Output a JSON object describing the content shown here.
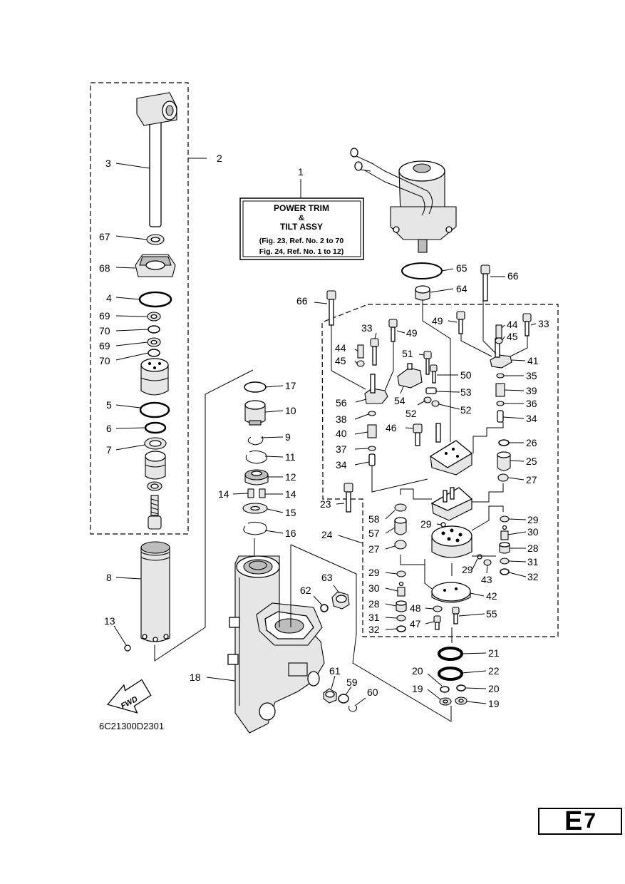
{
  "title_box": {
    "line1": "POWER TRIM",
    "line2": "&",
    "line3": "TILT ASSY",
    "line4": "(Fig. 23, Ref. No. 2 to 70",
    "line5": "Fig. 24, Ref. No. 1 to 12)"
  },
  "diagram_code": "6C21300D2301",
  "fwd_label": "FWD",
  "page_code": {
    "letter": "E",
    "number": "7"
  },
  "callouts": {
    "c1": "1",
    "c2": "2",
    "c3": "3",
    "c4": "4",
    "c5": "5",
    "c6": "6",
    "c7": "7",
    "c8": "8",
    "c9": "9",
    "c10": "10",
    "c11": "11",
    "c12": "12",
    "c13": "13",
    "c14a": "14",
    "c14b": "14",
    "c15": "15",
    "c16": "16",
    "c17": "17",
    "c18": "18",
    "c19a": "19",
    "c19b": "19",
    "c20a": "20",
    "c20b": "20",
    "c21": "21",
    "c22": "22",
    "c23": "23",
    "c24": "24",
    "c25": "25",
    "c26": "26",
    "c27a": "27",
    "c27b": "27",
    "c28a": "28",
    "c28b": "28",
    "c29a": "29",
    "c29b": "29",
    "c29c": "29",
    "c29d": "29",
    "c30a": "30",
    "c30b": "30",
    "c31a": "31",
    "c31b": "31",
    "c32a": "32",
    "c32b": "32",
    "c33a": "33",
    "c33b": "33",
    "c34a": "34",
    "c34b": "34",
    "c35": "35",
    "c36": "36",
    "c37": "37",
    "c38": "38",
    "c39": "39",
    "c40": "40",
    "c41": "41",
    "c42": "42",
    "c43": "43",
    "c44a": "44",
    "c44b": "44",
    "c45a": "45",
    "c45b": "45",
    "c46": "46",
    "c47": "47",
    "c48": "48",
    "c49a": "49",
    "c49b": "49",
    "c50": "50",
    "c51": "51",
    "c52a": "52",
    "c52b": "52",
    "c53": "53",
    "c54": "54",
    "c55": "55",
    "c56": "56",
    "c57": "57",
    "c58": "58",
    "c59": "59",
    "c60": "60",
    "c61": "61",
    "c62": "62",
    "c63": "63",
    "c64": "64",
    "c65": "65",
    "c66a": "66",
    "c66b": "66",
    "c67": "67",
    "c68": "68",
    "c69a": "69",
    "c69b": "69",
    "c70a": "70",
    "c70b": "70"
  }
}
